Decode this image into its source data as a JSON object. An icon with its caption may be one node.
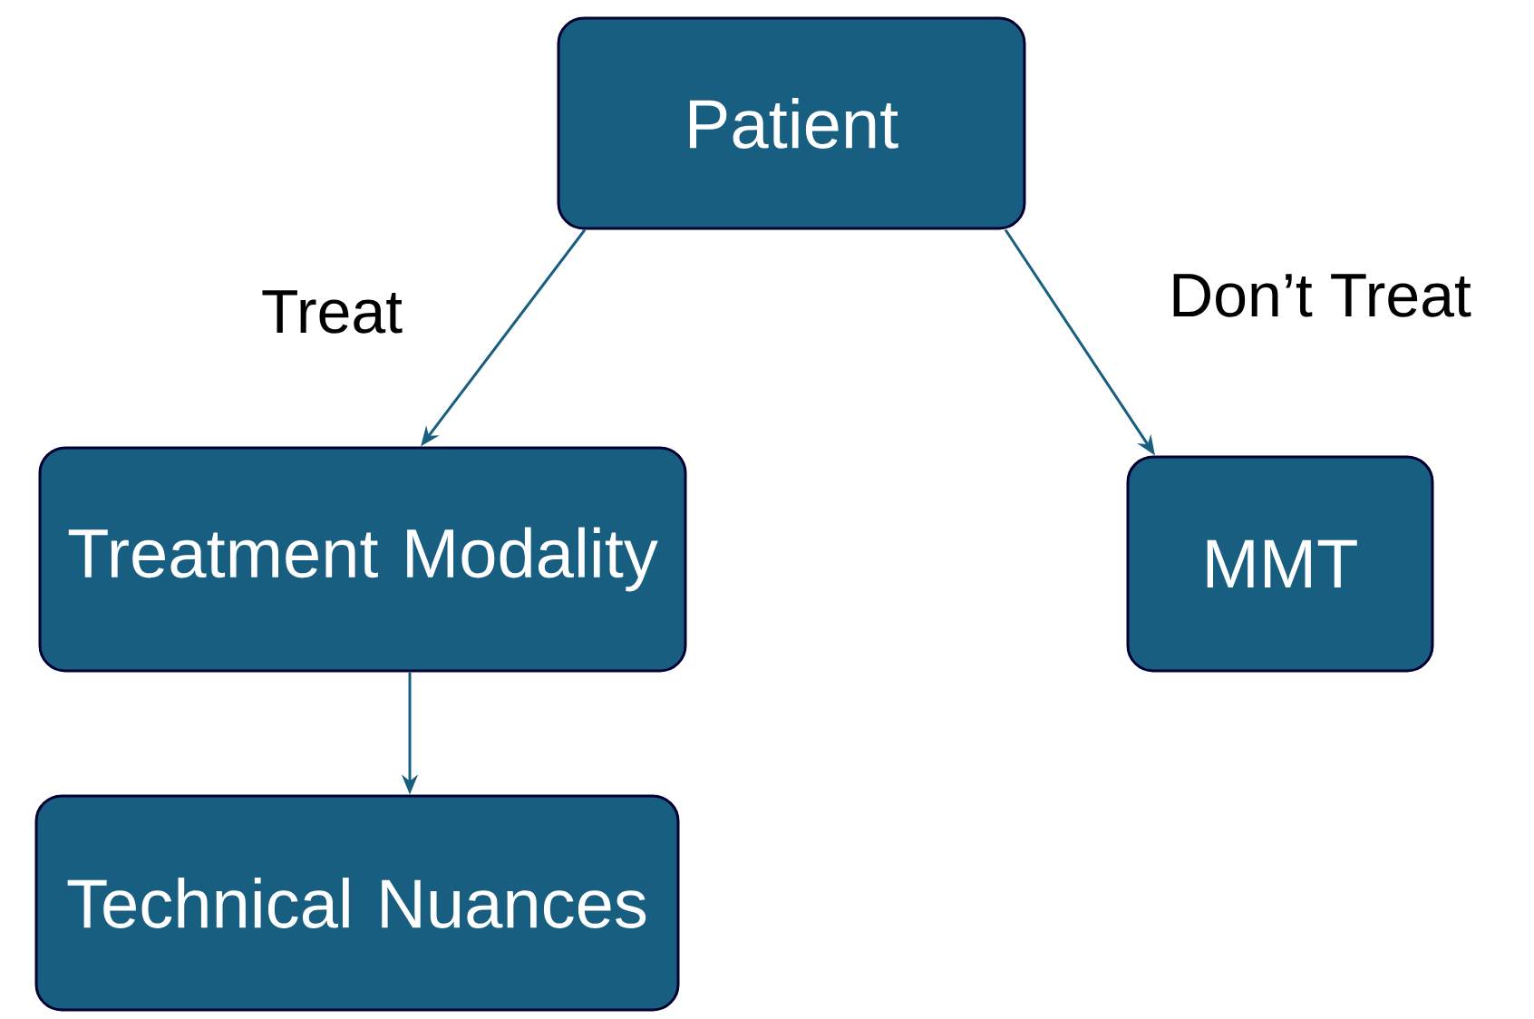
{
  "diagram": {
    "nodes": [
      {
        "text": [
          "Patient"
        ]
      },
      {
        "text": [
          "Treatment Modality"
        ]
      },
      {
        "text": [
          "MMT"
        ]
      },
      {
        "text": [
          "Technical Nuances"
        ]
      }
    ],
    "edges": [
      {
        "from": 0,
        "to": 1,
        "arrow": "to",
        "label": "Treat"
      },
      {
        "from": 0,
        "to": 2,
        "arrow": "to",
        "label": "Don’t Treat"
      },
      {
        "from": 1,
        "to": 3,
        "arrow": "to"
      }
    ]
  }
}
